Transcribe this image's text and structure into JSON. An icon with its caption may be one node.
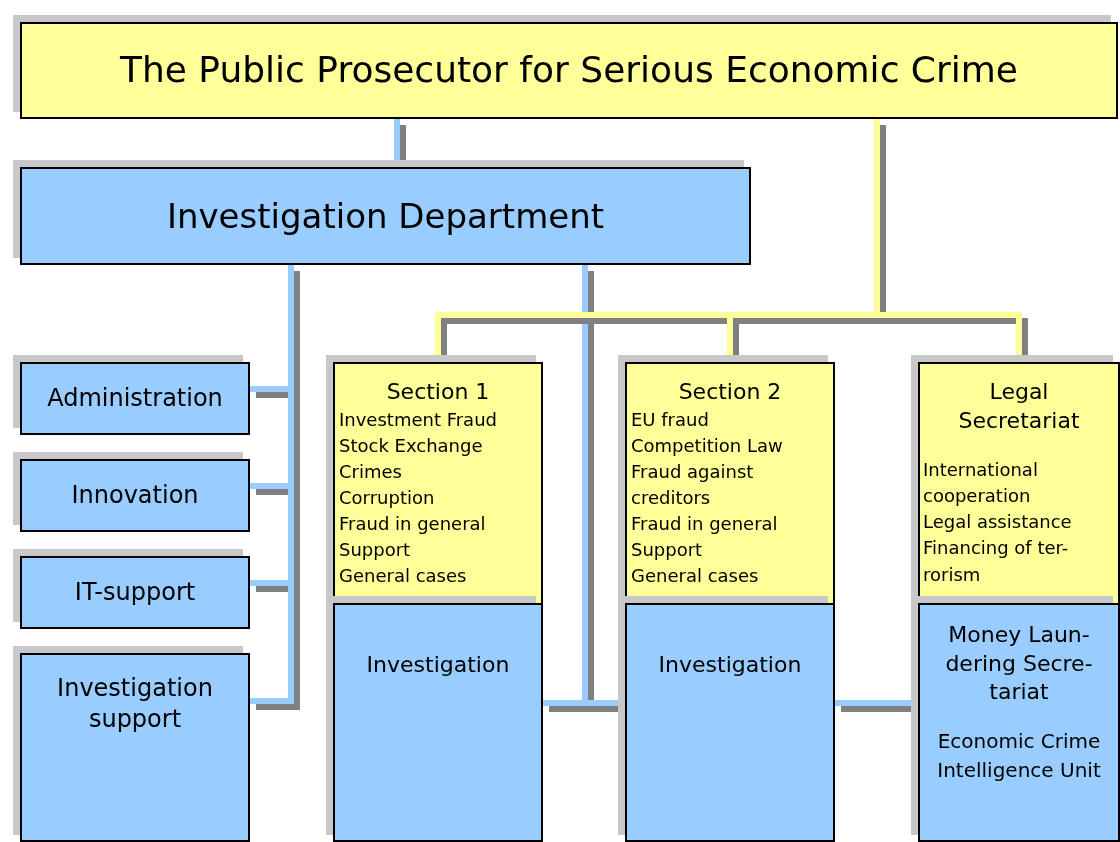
{
  "diagram": {
    "nodes": [
      {
        "text": [
          "The Public Prosecutor for Serious Economic Crime"
        ]
      },
      {
        "text": [
          "Investigation Department"
        ]
      },
      {
        "text": [
          "Administration"
        ]
      },
      {
        "text": [
          "Innovation"
        ]
      },
      {
        "text": [
          "IT-support"
        ]
      },
      {
        "text": [
          "Investigation support"
        ]
      },
      {
        "text": [
          "Section 1",
          "Investment Fraud",
          "Stock Exchange Crimes",
          "Corruption",
          "Fraud in general",
          "Support",
          "General cases"
        ]
      },
      {
        "text": [
          "Investigation"
        ]
      },
      {
        "text": [
          "Section 2",
          "EU fraud",
          "Competition Law",
          "Fraud against creditors",
          "Fraud in general",
          "Support",
          "General cases"
        ]
      },
      {
        "text": [
          "Investigation"
        ]
      },
      {
        "text": [
          "Legal Secretariat",
          "International cooperation",
          "Legal assistance",
          "Financing of ter- rorism"
        ]
      },
      {
        "text": [
          "Money Laun- dering Secre- tariat",
          "Economic Crime Intelligence Unit"
        ]
      }
    ],
    "edges": [
      {
        "from": 0,
        "to": 1,
        "arrow": "none"
      },
      {
        "from": 1,
        "to": 2,
        "arrow": "none"
      },
      {
        "from": 1,
        "to": 3,
        "arrow": "none"
      },
      {
        "from": 1,
        "to": 4,
        "arrow": "none"
      },
      {
        "from": 1,
        "to": 5,
        "arrow": "none"
      },
      {
        "from": 1,
        "to": 7,
        "arrow": "none"
      },
      {
        "from": 1,
        "to": 9,
        "arrow": "none"
      },
      {
        "from": 0,
        "to": 6,
        "arrow": "none",
        "color": "#ffff99"
      },
      {
        "from": 0,
        "to": 8,
        "arrow": "none",
        "color": "#ffff99"
      },
      {
        "from": 0,
        "to": 10,
        "arrow": "none",
        "color": "#ffff99"
      },
      {
        "from": 9,
        "to": 11,
        "arrow": "none"
      }
    ]
  }
}
